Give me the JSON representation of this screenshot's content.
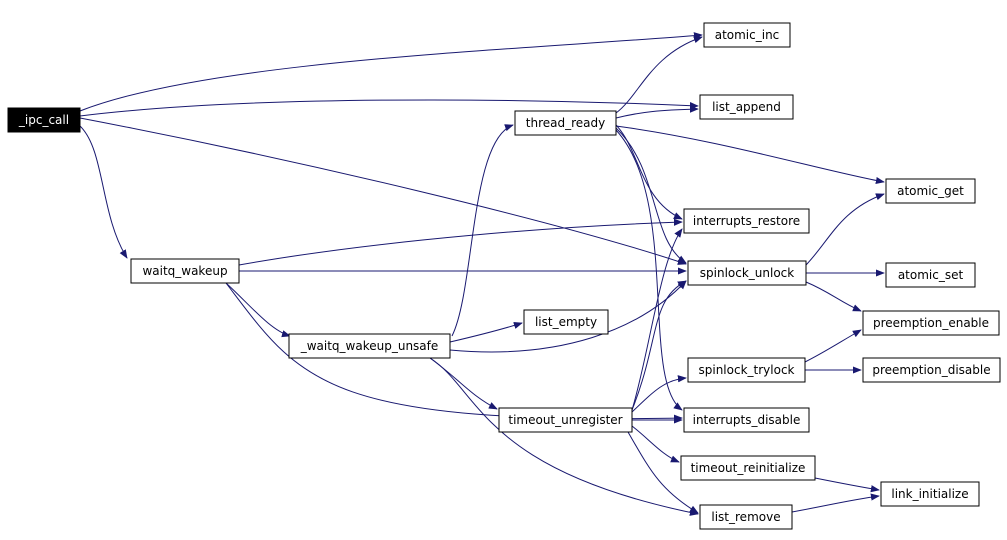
{
  "colors": {
    "edge": "#191970",
    "node_fill": "#ffffff",
    "node_text": "#000000",
    "root_fill": "#000000",
    "root_text": "#ffffff"
  },
  "nodes": {
    "ipc_call": "_ipc_call",
    "atomic_inc": "atomic_inc",
    "list_append": "list_append",
    "thread_ready": "thread_ready",
    "atomic_get": "atomic_get",
    "interrupts_restore": "interrupts_restore",
    "waitq_wakeup": "waitq_wakeup",
    "spinlock_unlock": "spinlock_unlock",
    "atomic_set": "atomic_set",
    "list_empty": "list_empty",
    "waitq_wakeup_unsafe": "_waitq_wakeup_unsafe",
    "preemption_enable": "preemption_enable",
    "spinlock_trylock": "spinlock_trylock",
    "preemption_disable": "preemption_disable",
    "timeout_unregister": "timeout_unregister",
    "interrupts_disable": "interrupts_disable",
    "timeout_reinitialize": "timeout_reinitialize",
    "link_initialize": "link_initialize",
    "list_remove": "list_remove"
  },
  "edges": [
    [
      "ipc_call",
      "atomic_inc"
    ],
    [
      "ipc_call",
      "list_append"
    ],
    [
      "ipc_call",
      "spinlock_unlock"
    ],
    [
      "ipc_call",
      "waitq_wakeup"
    ],
    [
      "waitq_wakeup",
      "interrupts_restore"
    ],
    [
      "waitq_wakeup",
      "spinlock_unlock"
    ],
    [
      "waitq_wakeup",
      "waitq_wakeup_unsafe"
    ],
    [
      "waitq_wakeup",
      "interrupts_disable"
    ],
    [
      "waitq_wakeup_unsafe",
      "thread_ready"
    ],
    [
      "waitq_wakeup_unsafe",
      "list_empty"
    ],
    [
      "waitq_wakeup_unsafe",
      "spinlock_unlock"
    ],
    [
      "waitq_wakeup_unsafe",
      "timeout_unregister"
    ],
    [
      "waitq_wakeup_unsafe",
      "list_remove"
    ],
    [
      "thread_ready",
      "atomic_inc"
    ],
    [
      "thread_ready",
      "list_append"
    ],
    [
      "thread_ready",
      "atomic_get"
    ],
    [
      "thread_ready",
      "interrupts_restore"
    ],
    [
      "thread_ready",
      "spinlock_unlock"
    ],
    [
      "thread_ready",
      "interrupts_disable"
    ],
    [
      "timeout_unregister",
      "interrupts_restore"
    ],
    [
      "timeout_unregister",
      "spinlock_unlock"
    ],
    [
      "timeout_unregister",
      "spinlock_trylock"
    ],
    [
      "timeout_unregister",
      "interrupts_disable"
    ],
    [
      "timeout_unregister",
      "timeout_reinitialize"
    ],
    [
      "timeout_unregister",
      "list_remove"
    ],
    [
      "spinlock_unlock",
      "atomic_get"
    ],
    [
      "spinlock_unlock",
      "atomic_set"
    ],
    [
      "spinlock_unlock",
      "preemption_enable"
    ],
    [
      "spinlock_trylock",
      "preemption_enable"
    ],
    [
      "spinlock_trylock",
      "preemption_disable"
    ],
    [
      "timeout_reinitialize",
      "link_initialize"
    ],
    [
      "list_remove",
      "link_initialize"
    ]
  ]
}
